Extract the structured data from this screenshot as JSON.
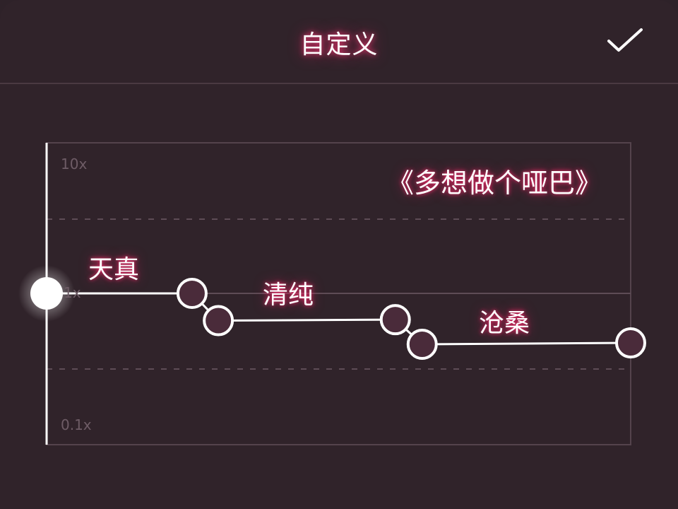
{
  "header": {
    "title": "自定义",
    "confirm_icon": "check-icon"
  },
  "overlay_text": {
    "song_title": "《多想做个哑巴》",
    "labels": [
      "天真",
      "清纯",
      "沧桑"
    ]
  },
  "chart_data": {
    "type": "line",
    "title": "自定义",
    "y_scale": "log",
    "ylim": [
      0.1,
      10
    ],
    "y_ticks": [
      "10x",
      "1x",
      "0.1x"
    ],
    "playhead_position": 0,
    "playhead_speed": 1,
    "points": [
      {
        "t": 0.0,
        "speed": 1
      },
      {
        "t": 0.249,
        "speed": 1
      },
      {
        "t": 0.294,
        "speed": 0.66
      },
      {
        "t": 0.597,
        "speed": 0.67
      },
      {
        "t": 0.643,
        "speed": 0.46
      },
      {
        "t": 1.0,
        "speed": 0.47
      }
    ],
    "accent": "#ff3a78"
  }
}
